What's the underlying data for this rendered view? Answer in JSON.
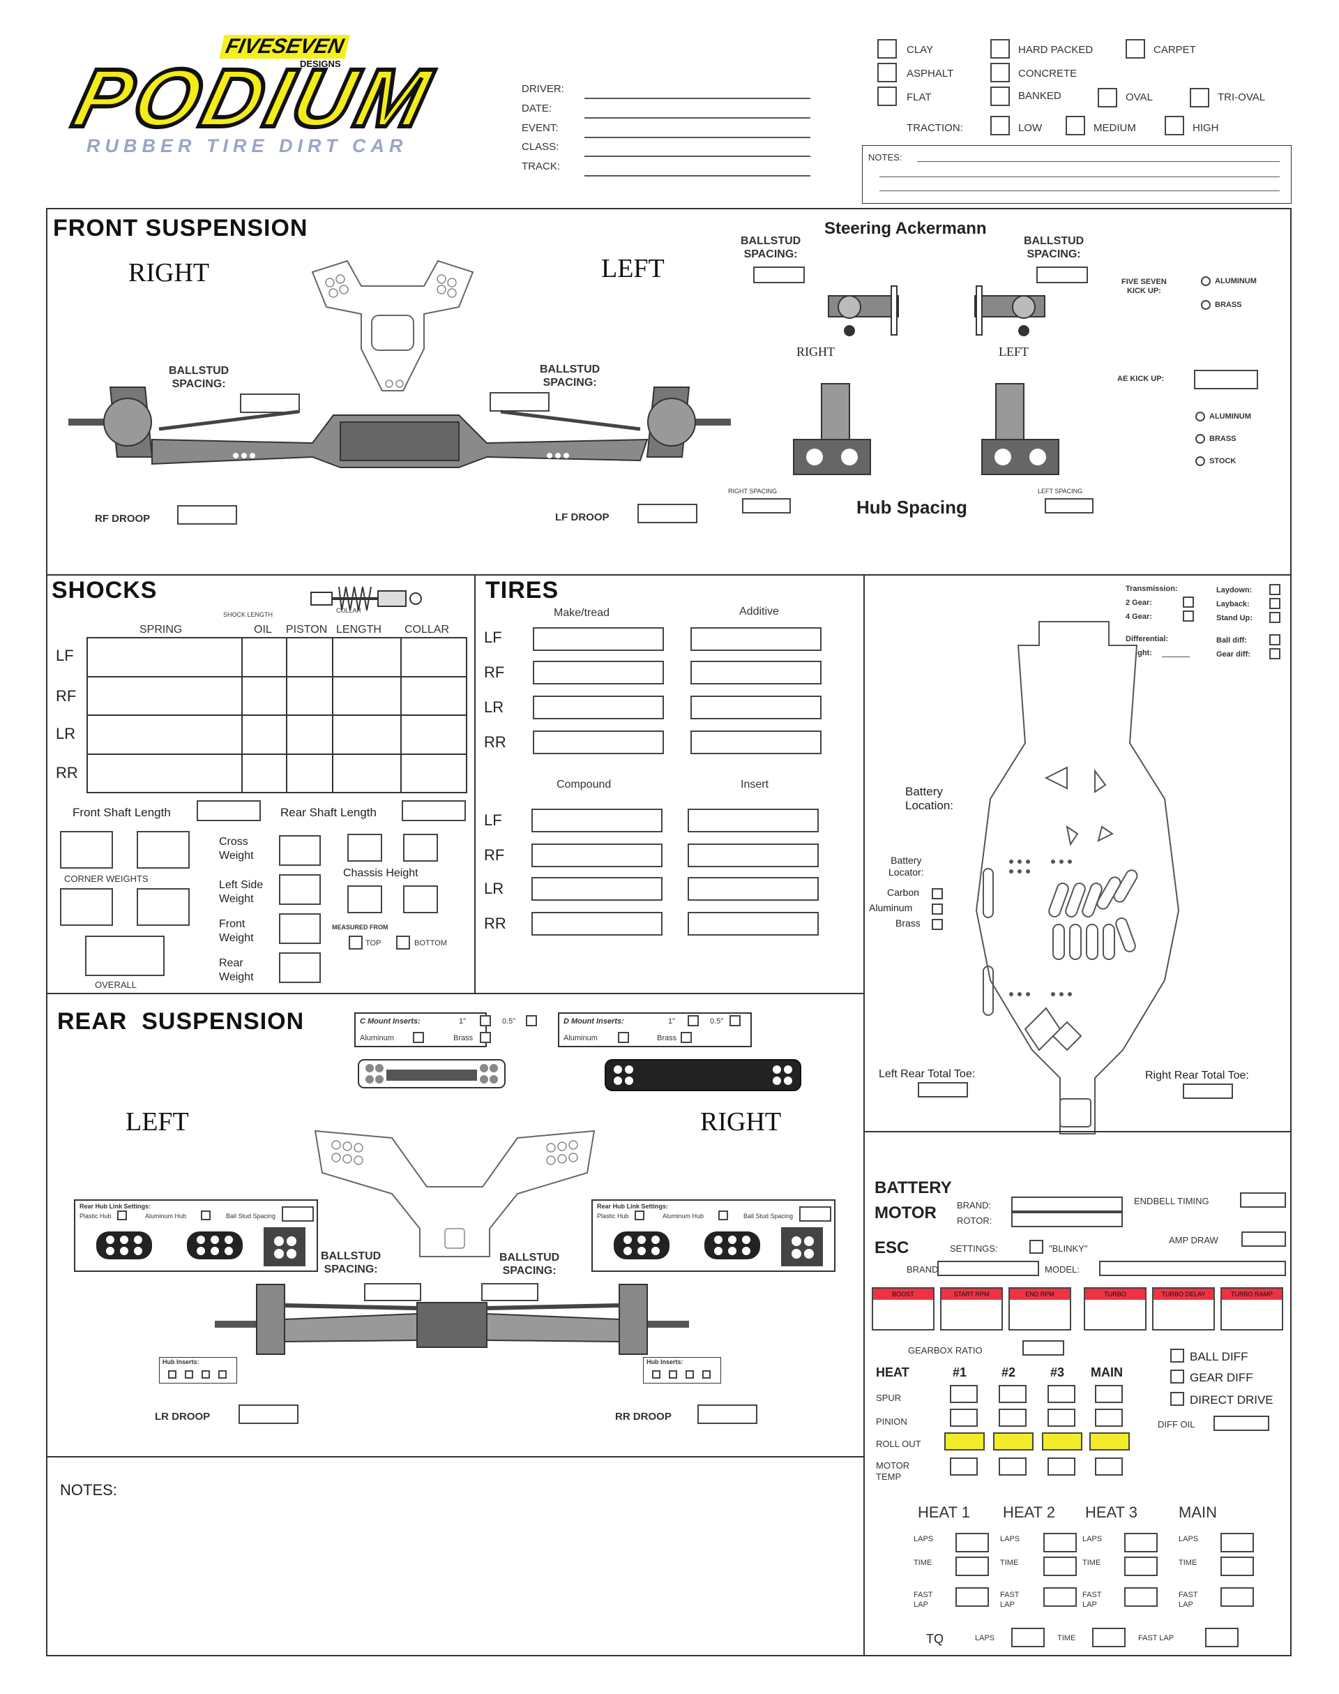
{
  "logo": {
    "brand_top": "FIVESEVEN",
    "brand_sub": "DESIGNS",
    "wordmark": "PODIUM",
    "tagline": "RUBBER TIRE DIRT CAR"
  },
  "header": {
    "fields": [
      "DRIVER:",
      "DATE:",
      "EVENT:",
      "CLASS:",
      "TRACK:"
    ],
    "surface": {
      "clay": "CLAY",
      "asphalt": "ASPHALT",
      "flat": "FLAT",
      "hard_packed": "HARD PACKED",
      "concrete": "CONCRETE",
      "banked": "BANKED",
      "carpet": "CARPET",
      "oval": "OVAL",
      "tri_oval": "TRI-OVAL"
    },
    "traction": {
      "label": "TRACTION:",
      "low": "LOW",
      "medium": "MEDIUM",
      "high": "HIGH"
    },
    "notes_label": "NOTES:"
  },
  "front": {
    "title": "FRONT SUSPENSION",
    "right": "RIGHT",
    "left": "LEFT",
    "ballstud_l1": "BALLSTUD",
    "ballstud_l2": "SPACING:",
    "rf_droop": "RF DROOP",
    "lf_droop": "LF DROOP",
    "steering_title": "Steering Ackermann",
    "steer_right": "RIGHT",
    "steer_left": "LEFT",
    "kickup_l1": "FIVE SEVEN",
    "kickup_l2": "KICK UP:",
    "aluminum": "ALUMINUM",
    "brass": "BRASS",
    "ae_kickup": "AE KICK UP:",
    "stock": "STOCK",
    "right_spacing": "RIGHT SPACING",
    "left_spacing": "LEFT SPACING",
    "hub_spacing": "Hub Spacing"
  },
  "shocks": {
    "title": "SHOCKS",
    "shock_length": "SHOCK LENGTH",
    "collar_small": "COLLAR",
    "columns": [
      "SPRING",
      "OIL",
      "PISTON",
      "LENGTH",
      "COLLAR"
    ],
    "rows": [
      "LF",
      "RF",
      "LR",
      "RR"
    ],
    "front_shaft": "Front Shaft Length",
    "rear_shaft": "Rear Shaft Length",
    "corner_weights": "CORNER WEIGHTS",
    "overall": "OVERALL",
    "cross_l1": "Cross",
    "cross_l2": "Weight",
    "left_side_l1": "Left Side",
    "left_side_l2": "Weight",
    "front_l1": "Front",
    "front_l2": "Weight",
    "rear_l1": "Rear",
    "rear_l2": "Weight",
    "chassis_height": "Chassis Height",
    "measured_from": "MEASURED FROM",
    "top": "TOP",
    "bottom": "BOTTOM"
  },
  "tires": {
    "title": "TIRES",
    "make_tread": "Make/tread",
    "additive": "Additive",
    "compound": "Compound",
    "insert": "Insert",
    "rows": [
      "LF",
      "RF",
      "LR",
      "RR"
    ]
  },
  "chassis": {
    "transmission": "Transmission:",
    "gear2": "2 Gear:",
    "gear4": "4 Gear:",
    "differential": "Differential:",
    "height": "Height:",
    "laydown": "Laydown:",
    "layback": "Layback:",
    "stand_up": "Stand Up:",
    "ball_diff": "Ball diff:",
    "gear_diff": "Gear diff:",
    "battery_location_l1": "Battery",
    "battery_location_l2": "Location:",
    "battery_locator_l1": "Battery",
    "battery_locator_l2": "Locator:",
    "carbon": "Carbon",
    "aluminum": "Aluminum",
    "brass": "Brass",
    "left_rear_toe": "Left Rear Total Toe:",
    "right_rear_toe": "Right Rear Total Toe:"
  },
  "rear": {
    "title": "REAR  SUSPENSION",
    "c_mount": "C Mount Inserts:",
    "d_mount": "D Mount Inserts:",
    "size1": "1\"",
    "size2": "0.5\"",
    "aluminum": "Aluminum",
    "brass": "Brass",
    "left": "LEFT",
    "right": "RIGHT",
    "link_settings": "Rear Hub Link Settings:",
    "plastic_hub": "Plastic Hub",
    "aluminum_hub": "Aluminum Hub",
    "ball_stud_spacing": "Ball Stud Spacing",
    "ballstud_l1": "BALLSTUD",
    "ballstud_l2": "SPACING:",
    "hub_inserts": "Hub Inserts:",
    "lr_droop": "LR DROOP",
    "rr_droop": "RR DROOP"
  },
  "notes": {
    "label": "NOTES:"
  },
  "electronics": {
    "battery": "BATTERY",
    "motor": "MOTOR",
    "brand": "BRAND:",
    "rotor": "ROTOR:",
    "endbell_timing": "ENDBELL TIMING",
    "esc": "ESC",
    "settings": "SETTINGS:",
    "blinky": "\"BLINKY\"",
    "amp_draw": "AMP DRAW",
    "esc_brand": "BRAND:",
    "model": "MODEL:",
    "esc_headers": [
      "BOOST",
      "START RPM",
      "END RPM",
      "TURBO",
      "TURBO DELAY",
      "TURBO RAMP"
    ],
    "gearbox_ratio": "GEARBOX RATIO",
    "heat": "HEAT",
    "heat_cols": [
      "#1",
      "#2",
      "#3",
      "MAIN"
    ],
    "spur": "SPUR",
    "pinion": "PINION",
    "roll_out": "ROLL OUT",
    "motor_temp_l1": "MOTOR",
    "motor_temp_l2": "TEMP",
    "ball_diff": "BALL DIFF",
    "gear_diff": "GEAR DIFF",
    "direct_drive": "DIRECT DRIVE",
    "diff_oil": "DIFF OIL",
    "colors": {
      "esc_header": "#ee3344",
      "rollout": "#f2ec2a"
    }
  },
  "results": {
    "heats": [
      "HEAT 1",
      "HEAT 2",
      "HEAT 3",
      "MAIN"
    ],
    "laps": "LAPS",
    "time": "TIME",
    "fast_l1": "FAST",
    "fast_l2": "LAP",
    "tq": "TQ",
    "tq_laps": "LAPS",
    "tq_time": "TIME",
    "tq_fast": "FAST LAP"
  }
}
